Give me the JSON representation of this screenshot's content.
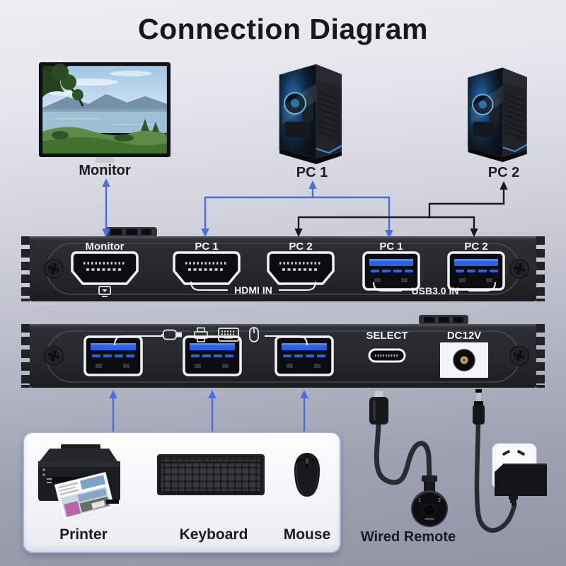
{
  "title": "Connection Diagram",
  "top": {
    "monitor_label": "Monitor",
    "pc1_label": "PC 1",
    "pc2_label": "PC 2"
  },
  "switch_front": {
    "port_labels": [
      "Monitor",
      "PC 1",
      "PC 2",
      "PC 1",
      "PC 2"
    ],
    "hdmi_group_label": "HDMI IN",
    "usb_group_label": "USB3.0 IN"
  },
  "switch_back": {
    "select_label": "SELECT",
    "power_label": "DC12V",
    "usb_port_count": 3,
    "port_icons": [
      "usb-plug-icon",
      "printer-icon",
      "keyboard-icon",
      "mouse-icon"
    ]
  },
  "peripheral_box": {
    "printer_label": "Printer",
    "keyboard_label": "Keyboard",
    "mouse_label": "Mouse"
  },
  "remote": {
    "label": "Wired Remote",
    "button1": "1",
    "button2": "2"
  },
  "colors": {
    "blue_connector": "#4a6de4",
    "black_connector": "#17181a",
    "usb_blue": "#2663e8",
    "device_body": "#26282c",
    "box_border": "#a3b0d6",
    "background_top": "#edeef3",
    "background_bottom": "#9295a5"
  }
}
